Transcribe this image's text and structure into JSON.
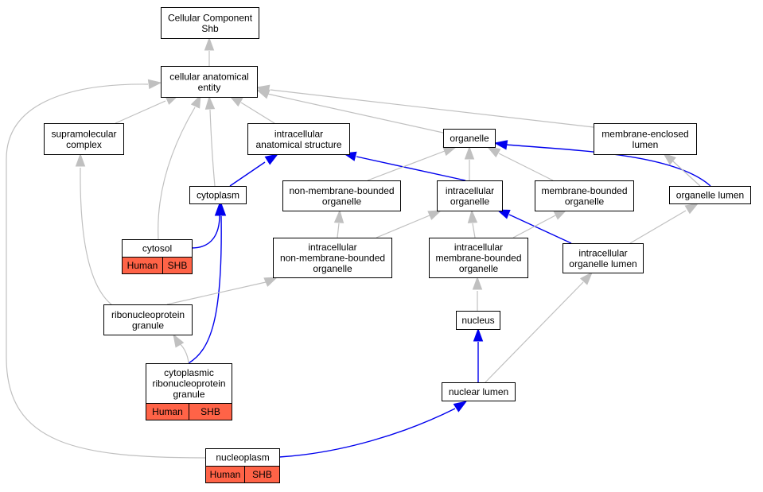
{
  "colors": {
    "is_a_edge": "#c0c0c0",
    "part_of_edge": "#0000ee",
    "node_border": "#000000",
    "node_fill": "#ffffff",
    "tag_fill": "#ff6347"
  },
  "nodes": [
    {
      "id": "cc-shb",
      "lines": [
        "Cellular Component",
        "Shb"
      ]
    },
    {
      "id": "cae",
      "lines": [
        "cellular anatomical",
        "entity"
      ]
    },
    {
      "id": "supra",
      "lines": [
        "supramolecular",
        "complex"
      ]
    },
    {
      "id": "ias",
      "lines": [
        "intracellular",
        "anatomical structure"
      ]
    },
    {
      "id": "organelle",
      "lines": [
        "organelle"
      ]
    },
    {
      "id": "mel",
      "lines": [
        "membrane-enclosed",
        "lumen"
      ]
    },
    {
      "id": "cytoplasm",
      "lines": [
        "cytoplasm"
      ]
    },
    {
      "id": "nmbo",
      "lines": [
        "non-membrane-bounded",
        "organelle"
      ]
    },
    {
      "id": "io",
      "lines": [
        "intracellular",
        "organelle"
      ]
    },
    {
      "id": "mbo",
      "lines": [
        "membrane-bounded",
        "organelle"
      ]
    },
    {
      "id": "ol",
      "lines": [
        "organelle lumen"
      ]
    },
    {
      "id": "cytosol",
      "lines": [
        "cytosol"
      ],
      "tags": [
        "Human",
        "SHB"
      ]
    },
    {
      "id": "inmbo",
      "lines": [
        "intracellular",
        "non-membrane-bounded",
        "organelle"
      ]
    },
    {
      "id": "imbo",
      "lines": [
        "intracellular",
        "membrane-bounded",
        "organelle"
      ]
    },
    {
      "id": "iol",
      "lines": [
        "intracellular",
        "organelle lumen"
      ]
    },
    {
      "id": "rnpg",
      "lines": [
        "ribonucleoprotein",
        "granule"
      ]
    },
    {
      "id": "nucleus",
      "lines": [
        "nucleus"
      ]
    },
    {
      "id": "crnpg",
      "lines": [
        "cytoplasmic",
        "ribonucleoprotein",
        "granule"
      ],
      "tags": [
        "Human",
        "SHB"
      ]
    },
    {
      "id": "nl",
      "lines": [
        "nuclear lumen"
      ]
    },
    {
      "id": "np",
      "lines": [
        "nucleoplasm"
      ],
      "tags": [
        "Human",
        "SHB"
      ]
    }
  ],
  "edges": [
    {
      "from": "cae",
      "to": "cc-shb",
      "type": "is_a"
    },
    {
      "from": "supra",
      "to": "cae",
      "type": "is_a"
    },
    {
      "from": "ias",
      "to": "cae",
      "type": "is_a"
    },
    {
      "from": "organelle",
      "to": "cae",
      "type": "is_a"
    },
    {
      "from": "mel",
      "to": "cae",
      "type": "is_a"
    },
    {
      "from": "cytoplasm",
      "to": "cae",
      "type": "is_a"
    },
    {
      "from": "cytosol",
      "to": "cae",
      "type": "is_a"
    },
    {
      "from": "np",
      "to": "cae",
      "type": "is_a"
    },
    {
      "from": "cytoplasm",
      "to": "ias",
      "type": "part_of"
    },
    {
      "from": "io",
      "to": "ias",
      "type": "part_of"
    },
    {
      "from": "nmbo",
      "to": "organelle",
      "type": "is_a"
    },
    {
      "from": "io",
      "to": "organelle",
      "type": "is_a"
    },
    {
      "from": "mbo",
      "to": "organelle",
      "type": "is_a"
    },
    {
      "from": "ol",
      "to": "organelle",
      "type": "part_of"
    },
    {
      "from": "ol",
      "to": "mel",
      "type": "is_a"
    },
    {
      "from": "cytosol",
      "to": "cytoplasm",
      "type": "part_of"
    },
    {
      "from": "crnpg",
      "to": "cytoplasm",
      "type": "part_of"
    },
    {
      "from": "inmbo",
      "to": "nmbo",
      "type": "is_a"
    },
    {
      "from": "inmbo",
      "to": "io",
      "type": "is_a"
    },
    {
      "from": "imbo",
      "to": "io",
      "type": "is_a"
    },
    {
      "from": "iol",
      "to": "io",
      "type": "part_of"
    },
    {
      "from": "imbo",
      "to": "mbo",
      "type": "is_a"
    },
    {
      "from": "iol",
      "to": "ol",
      "type": "is_a"
    },
    {
      "from": "rnpg",
      "to": "supra",
      "type": "is_a"
    },
    {
      "from": "rnpg",
      "to": "inmbo",
      "type": "is_a"
    },
    {
      "from": "nucleus",
      "to": "imbo",
      "type": "is_a"
    },
    {
      "from": "nl",
      "to": "iol",
      "type": "is_a"
    },
    {
      "from": "crnpg",
      "to": "rnpg",
      "type": "is_a"
    },
    {
      "from": "nl",
      "to": "nucleus",
      "type": "part_of"
    },
    {
      "from": "np",
      "to": "nl",
      "type": "part_of"
    }
  ]
}
